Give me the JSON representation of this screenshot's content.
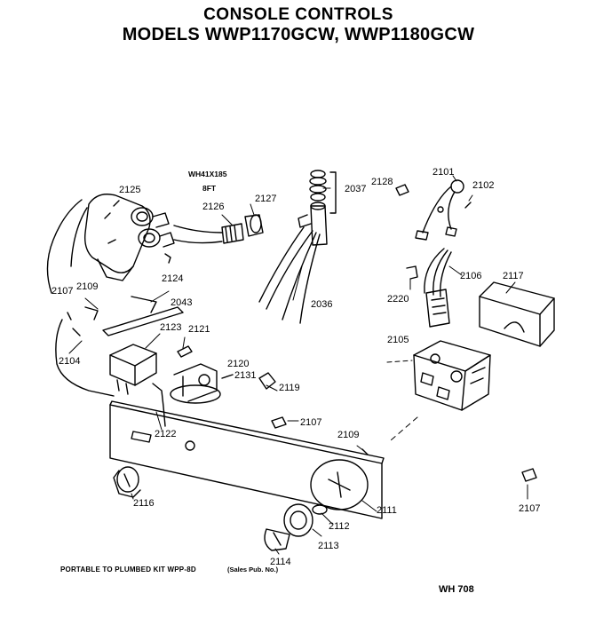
{
  "header": {
    "title": "CONSOLE CONTROLS",
    "models": "MODELS WWP1170GCW, WWP1180GCW"
  },
  "callouts": {
    "wh41x185": "WH41X185",
    "cord_length": "8FT",
    "p2125": "2125",
    "p2126": "2126",
    "p2127": "2127",
    "p2037": "2037",
    "p2128": "2128",
    "p2101": "2101",
    "p2102": "2102",
    "p2124": "2124",
    "p2107a": "2107",
    "p2109a": "2109",
    "p2043": "2043",
    "p2036": "2036",
    "p2220": "2220",
    "p2106": "2106",
    "p2117": "2117",
    "p2123": "2123",
    "p2121": "2121",
    "p2104": "2104",
    "p2105": "2105",
    "p2120": "2120",
    "p2131": "2131",
    "p2119": "2119",
    "p2107b": "2107",
    "p2122": "2122",
    "p2109b": "2109",
    "p2116": "2116",
    "p2111": "2111",
    "p2112": "2112",
    "p2113": "2113",
    "p2114": "2114",
    "p2107c": "2107"
  },
  "footer": {
    "kit_note": "PORTABLE TO PLUMBED KIT WPP-8D",
    "pub_note": "(Sales Pub. No.)",
    "ref_code": "WH 708"
  }
}
